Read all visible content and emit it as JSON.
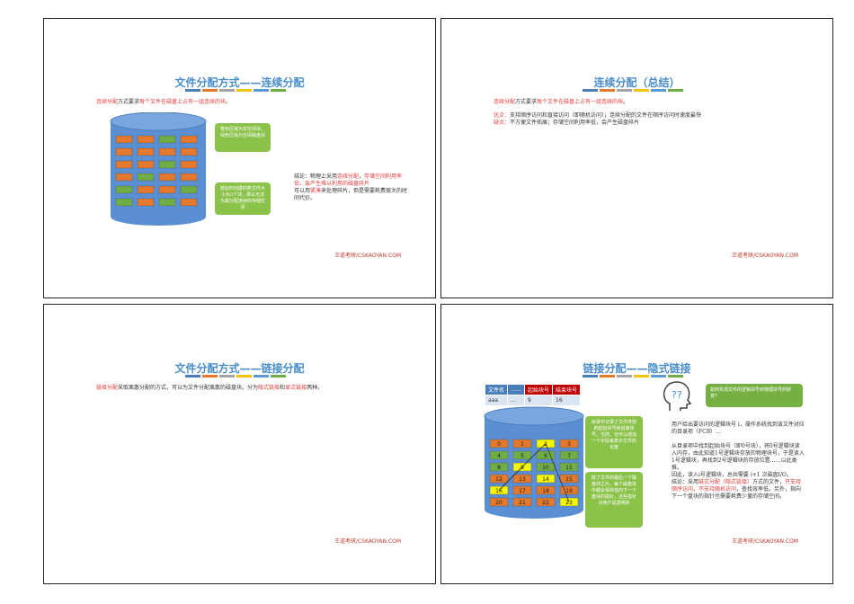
{
  "colors": {
    "title": "#4a8ec9",
    "highlight": "#e53a3a",
    "cylinder": "#5b8fd4",
    "block_orange": "#e2792d",
    "block_green": "#70ad47",
    "block_yellow": "#f5f500",
    "note_green": "#8bc34a"
  },
  "slides": [
    {
      "title": "文件分配方式——连续分配",
      "intro_red": "连续分配",
      "intro_rest_1": "方式要求",
      "intro_red2": "每个文件在磁盘上占有一组连续的块",
      "intro_end": "。",
      "note_top": "橙色区域为非空闲块，绿色区域为空闲磁盘块",
      "note_bottom": "若此时创建的新文件大小为3个块，那么无法为其分配连续的存储空间",
      "conclusion_1": "结论：物理上采用",
      "conclusion_red1": "连续分配",
      "conclusion_2": "，",
      "conclusion_red2": "存储空间利用率低，会产生难以利用的磁盘碎片",
      "conclusion_3": "可以用",
      "conclusion_red3": "紧凑",
      "conclusion_4": "来处理碎片，但是需要耗费很大的时间代价。",
      "footer": "王道考研/CSKAOYAN.COM"
    },
    {
      "title": "连续分配（总结）",
      "intro_red": "连续分配",
      "intro_rest_1": "方式要求",
      "intro_red2": "每个文件在磁盘上占有一组连续的块",
      "intro_end": "。",
      "pros_label": "优点：",
      "pros_text": "支持顺序访问和直接访问（即随机访问）；连续分配的文件在顺序访问时速度最快",
      "cons_label": "缺点：",
      "cons_text": "不方便文件拓展；存储空间利用率低，会产生磁盘碎片",
      "footer": "王道考研/CSKAOYAN.COM"
    },
    {
      "title": "文件分配方式——链接分配",
      "intro_red": "链接分配",
      "intro_rest": "采取离散分配的方式，可以为文件分配离散的磁盘块。分为",
      "intro_red2": "隐式链接",
      "intro_and": "和",
      "intro_red3": "显式链接",
      "intro_end": "两种。",
      "footer": "王道考研/CSKAOYAN.COM"
    },
    {
      "title": "链接分配——隐式链接",
      "table_headers": [
        "文件名",
        "……",
        "起始块号",
        "结束块号"
      ],
      "table_row": [
        "aaa",
        "…",
        "9",
        "16"
      ],
      "blocks": [
        "0",
        "1",
        "2",
        "3",
        "4",
        "5",
        "6",
        "7",
        "8",
        "9",
        "10",
        "11",
        "12",
        "13",
        "14",
        "15",
        "16",
        "17",
        "18",
        "19",
        "20",
        "21",
        "22",
        "23"
      ],
      "note_dir": "目录中记录了文件存放的起始块号和结束块号。当然，也可以增加一个字段来表示文件的长度",
      "note_pointer": "除了文件的最后一个磁盘块之外，每个磁盘块中都会保存指向下一个盘块的指针，这些指针对用户是透明的",
      "question_bubble": "如何实现文件的逻辑块号到物理块号的转变？",
      "head_icon_text": "??",
      "para1": "用户给出要访问的逻辑块号 i，操作系统找到该文件对应的目录项（FCB）...",
      "para2": "从目录项中找到起始块号（即0号块），将0号逻辑块读入内存，由此知道1号逻辑块存放的物理块号，于是读入1号逻辑块，再找到2号逻辑块的存放位置……以此类推。",
      "para3": "因此，读入i号逻辑块，总共需要 i+1 次磁盘I/O。",
      "concl_1": "结论：采用",
      "concl_red1": "链式分配（隐式链接）",
      "concl_2": "方式的文件，",
      "concl_red2": "只支持顺序访问，不支持随机访问",
      "concl_3": "，查找效率低。另外，指向下一个盘块的指针也需要耗费少量的存储空间。",
      "footer": "王道考研/CSKAOYAN.COM"
    }
  ]
}
